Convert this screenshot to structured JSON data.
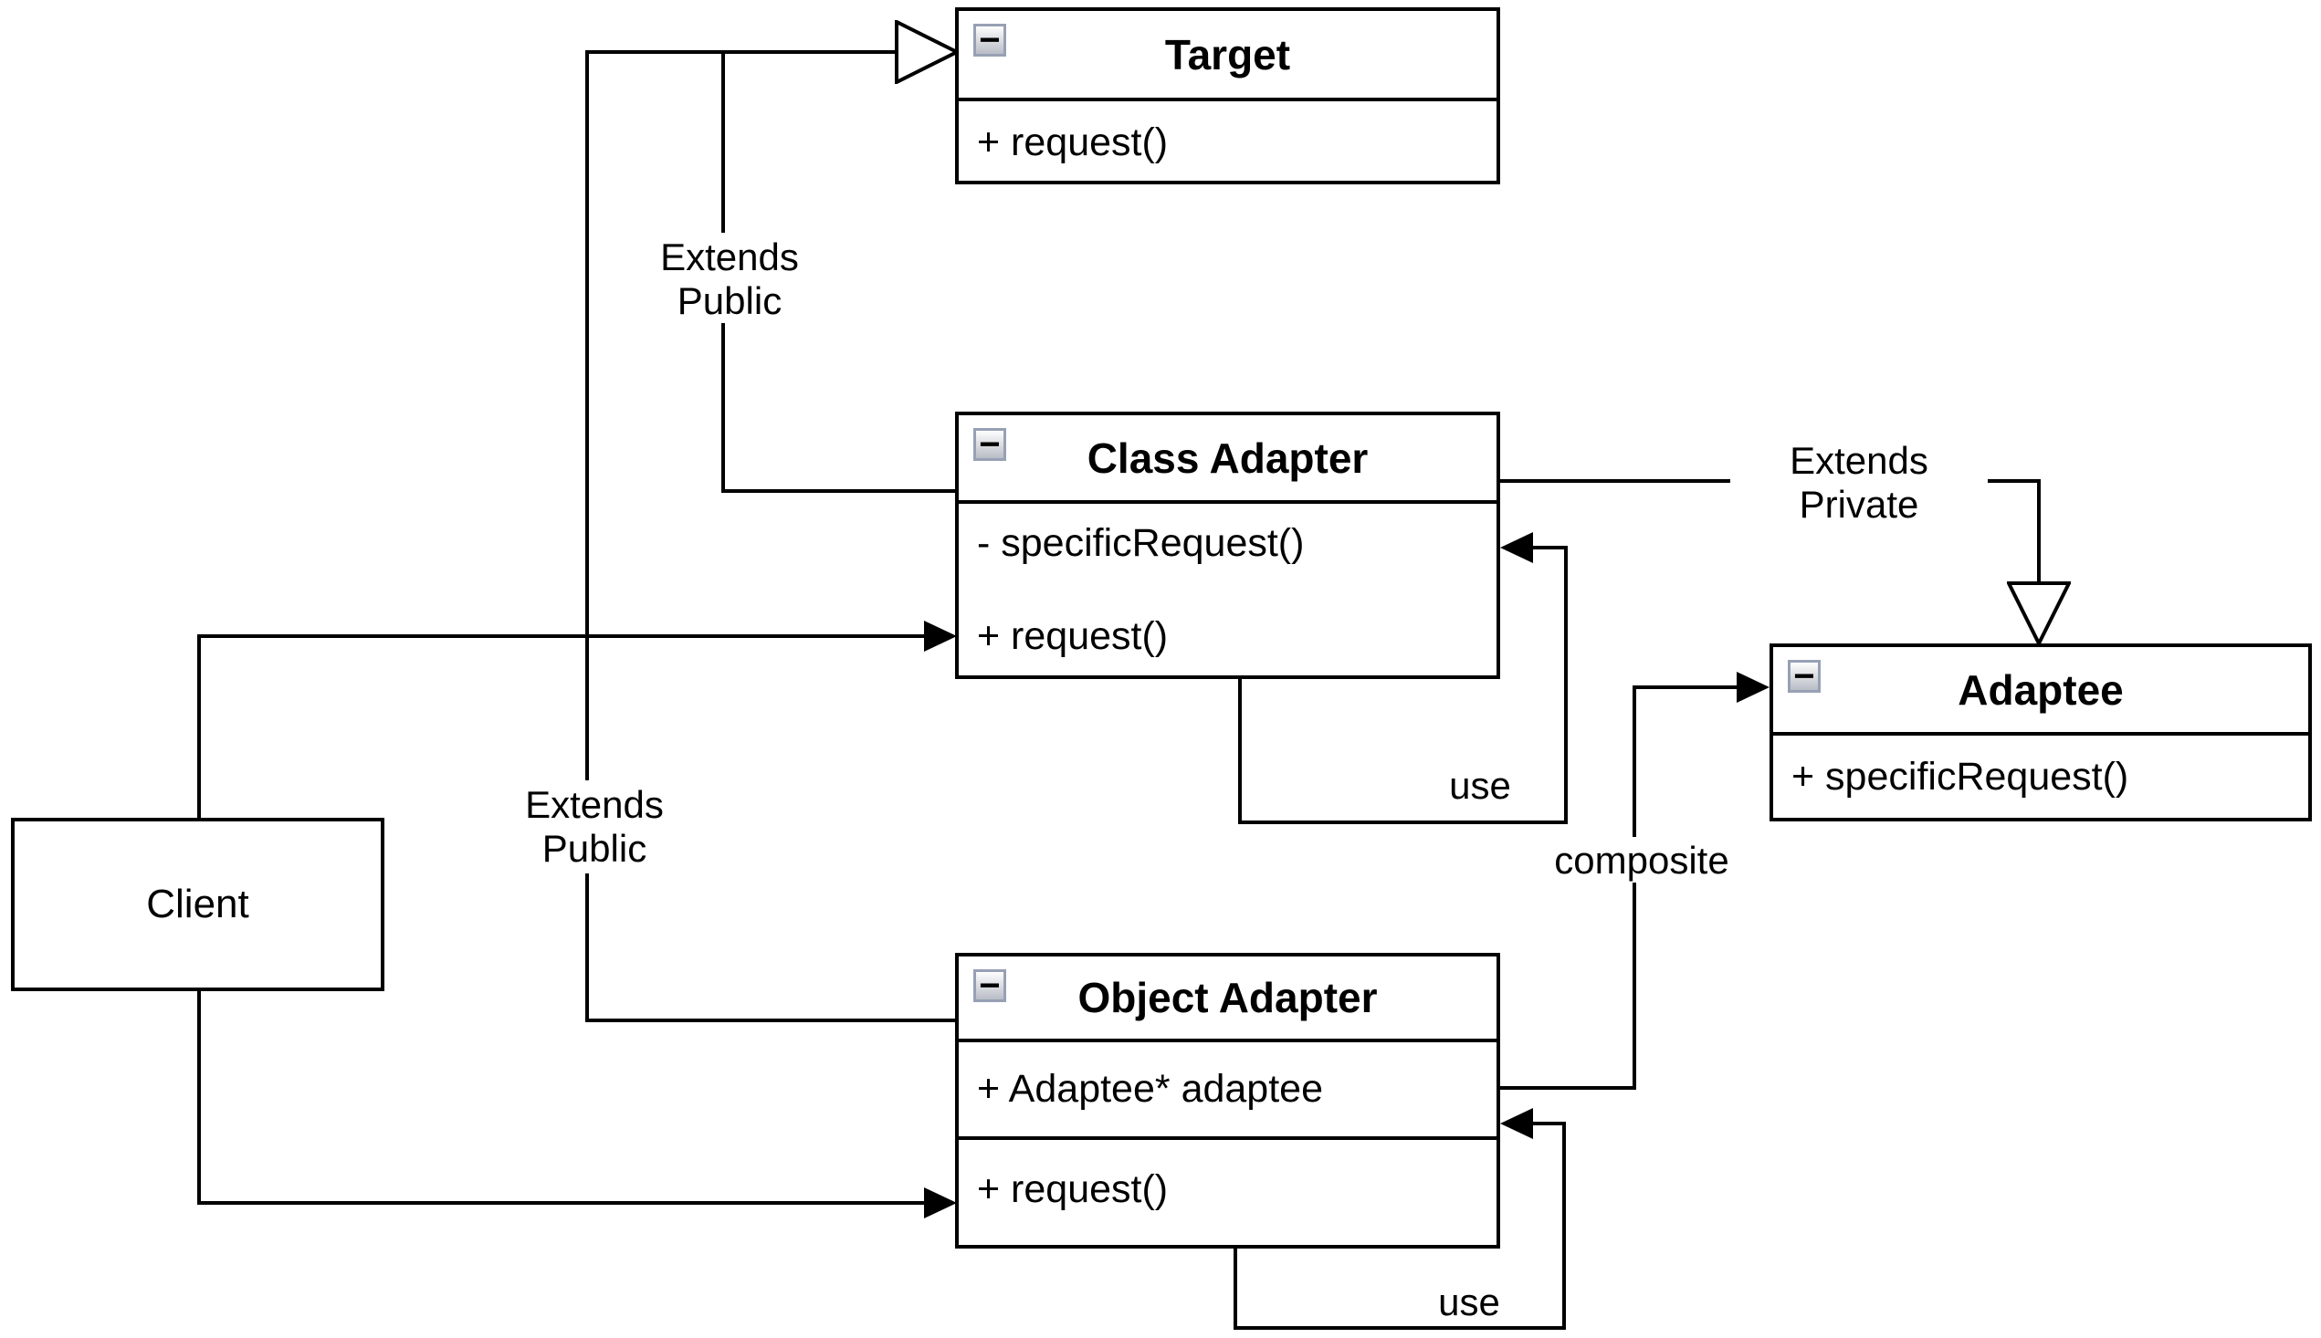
{
  "classes": {
    "target": {
      "name": "Target",
      "method": "+ request()"
    },
    "class_adapter": {
      "name": "Class Adapter",
      "method1": "- specificRequest()",
      "method2": "+ request()"
    },
    "object_adapter": {
      "name": "Object Adapter",
      "attribute": "+ Adaptee* adaptee",
      "method": "+ request()"
    },
    "adaptee": {
      "name": "Adaptee",
      "method": "+ specificRequest()"
    },
    "client": {
      "name": "Client"
    }
  },
  "edge_labels": {
    "extends_public_top": {
      "line1": "Extends",
      "line2": "Public"
    },
    "extends_public_bottom": {
      "line1": "Extends",
      "line2": "Public"
    },
    "extends_private": {
      "line1": "Extends",
      "line2": "Private"
    },
    "use_class_adapter": "use",
    "use_object_adapter": "use",
    "composite": "composite"
  },
  "icons": {
    "collapse": "−"
  },
  "colors": {
    "line": "#000000",
    "background": "#ffffff",
    "icon_border": "#97a0b4"
  }
}
